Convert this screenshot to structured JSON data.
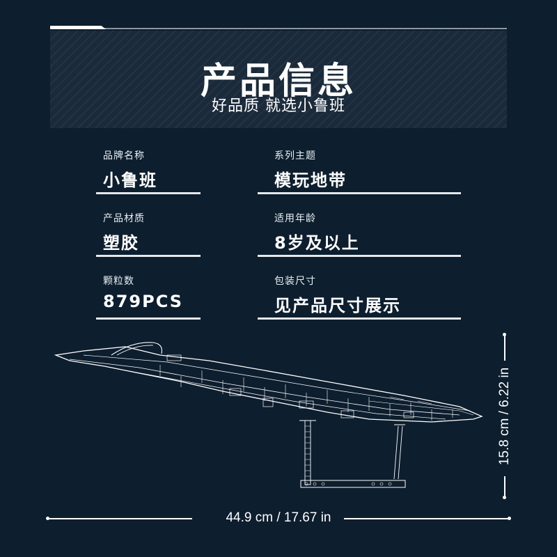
{
  "header": {
    "title": "产品信息",
    "subtitle": "好品质 就选小鲁班"
  },
  "info": [
    {
      "label": "品牌名称",
      "value": "小鲁班"
    },
    {
      "label": "系列主题",
      "value": "模玩地带"
    },
    {
      "label": "产品材质",
      "value": "塑胶"
    },
    {
      "label": "适用年龄",
      "value": "8岁及以上"
    },
    {
      "label": "颗粒数",
      "value": "879PCS"
    },
    {
      "label": "包装尺寸",
      "value": "见产品尺寸展示"
    }
  ],
  "dimensions": {
    "width": "44.9 cm / 17.67 in",
    "height": "15.8 cm / 6.22 in"
  },
  "colors": {
    "background": "#0d1e2e",
    "panel": "#1a2a3a",
    "text": "#ffffff"
  }
}
